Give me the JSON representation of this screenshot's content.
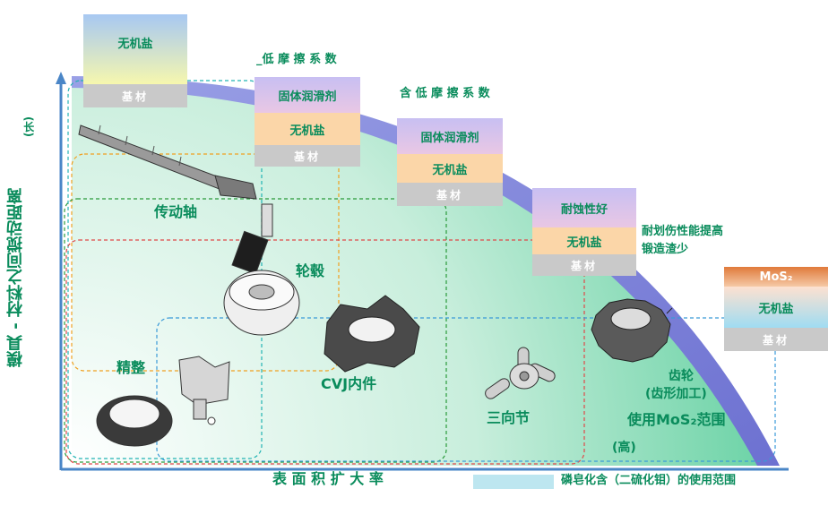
{
  "axes": {
    "y_label": "模具 - 材料之间搅动距离",
    "y_unit": "(长)",
    "x_label": "表 面 积 扩 大 率",
    "x_unit": "(高)"
  },
  "cards": [
    {
      "heading": "",
      "layers": [
        "无机盐",
        "基材"
      ]
    },
    {
      "heading": "_低 摩 擦 系 数",
      "layers": [
        "固体润滑剂",
        "无机盐",
        "基材"
      ]
    },
    {
      "heading": "含 低 摩 擦 系 数",
      "layers": [
        "固体润滑剂",
        "无机盐",
        "基材"
      ]
    },
    {
      "heading": "",
      "layers": [
        "耐蚀性好",
        "无机盐",
        "基材"
      ],
      "note": [
        "耐划伤性能提高",
        "锻造渣少"
      ]
    },
    {
      "heading": "",
      "layers": [
        "MoS₂",
        "无机盐",
        "基材"
      ]
    }
  ],
  "parts": {
    "shaft": "传动轴",
    "hub": "轮毂",
    "finish": "精整",
    "cvj": "CVJ内件",
    "tripod": "三向节",
    "gear": "齿轮",
    "gear_sub": "(齿形加工)",
    "mos2_range": "使用MoS₂范围"
  },
  "legend": {
    "label": "磷皂化含（二硫化钼）的使用范围"
  },
  "colors": {
    "accent": "#0a8c5c",
    "arc_blue": "#7b7fd8",
    "fill_green": "#7fd6b0",
    "base_gray": "#c9c9c9"
  }
}
